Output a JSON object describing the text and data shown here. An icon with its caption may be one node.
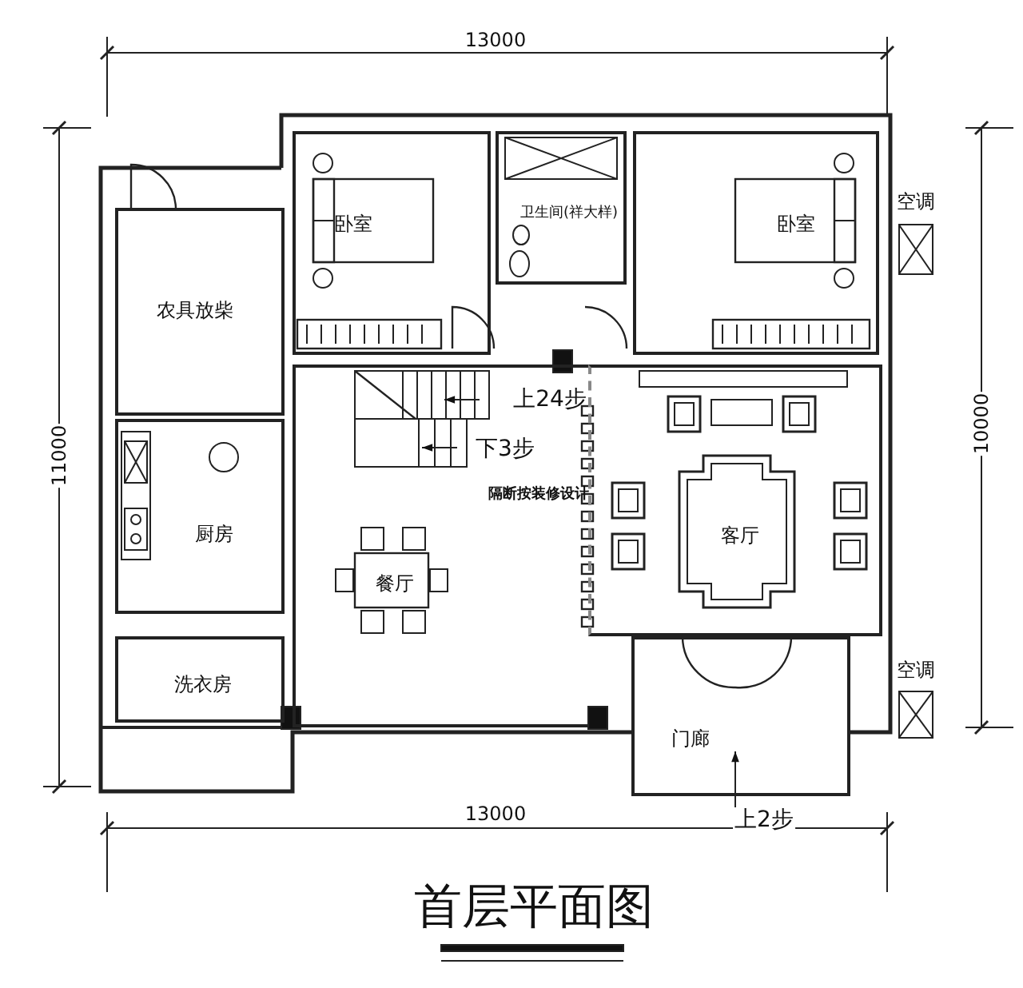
{
  "diagram": {
    "title": "首层平面图",
    "nodes": [
      {
        "text": [
          "农具放柴"
        ]
      },
      {
        "text": [
          "卧室"
        ]
      },
      {
        "text": [
          "卫生间(祥大样)"
        ]
      },
      {
        "text": [
          "卧室"
        ]
      },
      {
        "text": [
          "厨房"
        ]
      },
      {
        "text": [
          "洗衣房"
        ]
      },
      {
        "text": [
          "餐厅"
        ]
      },
      {
        "text": [
          "客厅"
        ]
      },
      {
        "text": [
          "门廊"
        ]
      },
      {
        "text": [
          "空调"
        ]
      },
      {
        "text": [
          "空调"
        ]
      }
    ],
    "edges": [],
    "labels": [
      "13000",
      "11000",
      "10000",
      "上24步",
      "下3步",
      "隔断按装修设计",
      "上2步",
      "13000"
    ]
  }
}
